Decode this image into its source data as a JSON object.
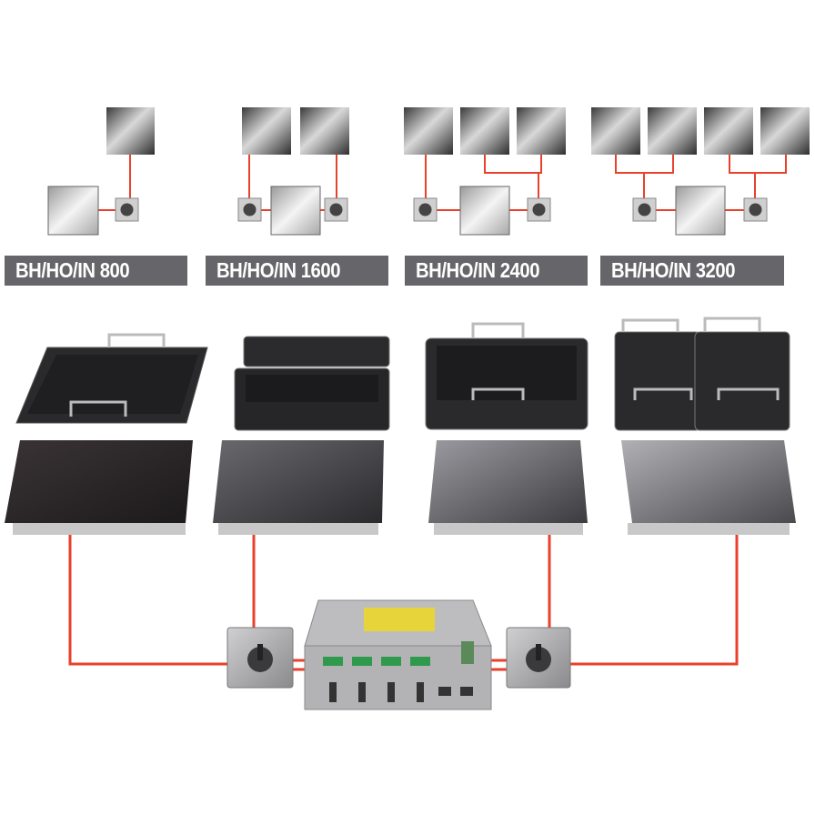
{
  "models": [
    {
      "label": "BH/HO/IN 800"
    },
    {
      "label": "BH/HO/IN 1600"
    },
    {
      "label": "BH/HO/IN 2400"
    },
    {
      "label": "BH/HO/IN 3200"
    }
  ],
  "colors": {
    "wire": "#e8412c",
    "label_bg": "#666569"
  }
}
